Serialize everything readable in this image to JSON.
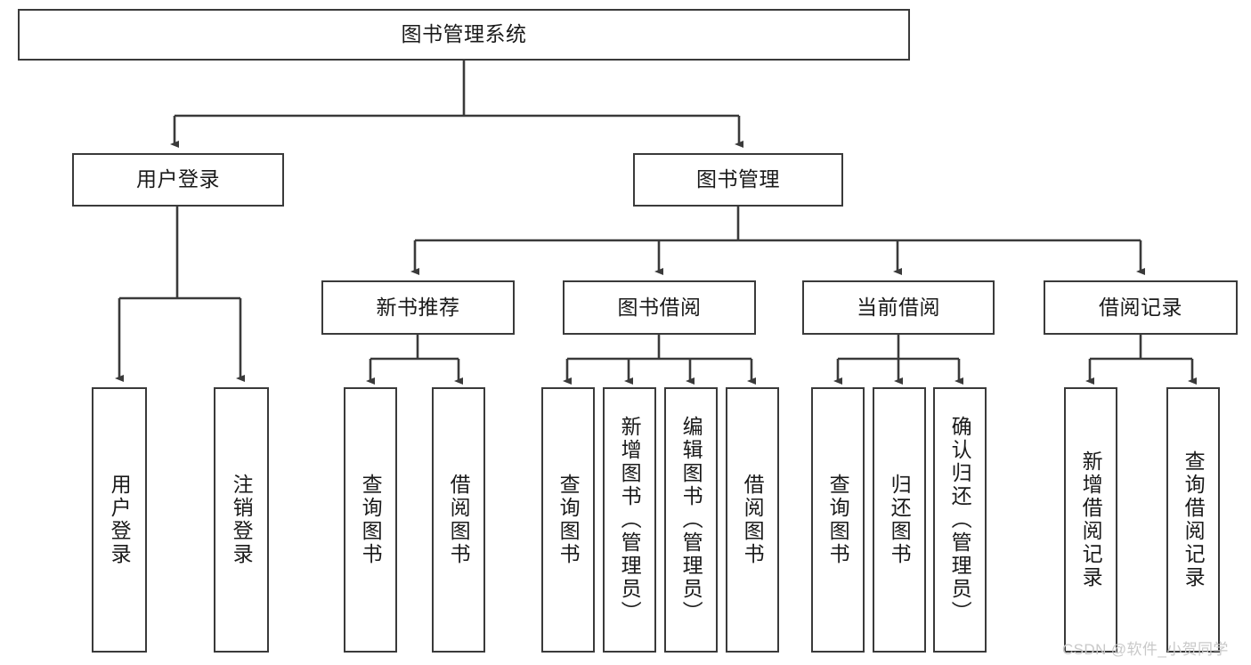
{
  "diagram": {
    "title_box": {
      "label": "图书管理系统"
    },
    "level2": [
      {
        "id": "user-login",
        "label": "用户登录"
      },
      {
        "id": "book-management",
        "label": "图书管理"
      }
    ],
    "level3": [
      {
        "id": "new-book-recommend",
        "label": "新书推荐"
      },
      {
        "id": "book-borrow",
        "label": "图书借阅"
      },
      {
        "id": "current-borrow",
        "label": "当前借阅"
      },
      {
        "id": "borrow-record",
        "label": "借阅记录"
      }
    ],
    "leaves": [
      {
        "id": "leaf-user-login",
        "label": "用户登录"
      },
      {
        "id": "leaf-logout-login",
        "label": "注销登录"
      },
      {
        "id": "leaf-query-book-1",
        "label": "查询图书"
      },
      {
        "id": "leaf-borrow-book-1",
        "label": "借阅图书"
      },
      {
        "id": "leaf-query-book-2",
        "label": "查询图书"
      },
      {
        "id": "leaf-add-book-admin",
        "label": "新增图书（管理员）"
      },
      {
        "id": "leaf-edit-book-admin",
        "label": "编辑图书（管理员）"
      },
      {
        "id": "leaf-borrow-book-2",
        "label": "借阅图书"
      },
      {
        "id": "leaf-query-book-3",
        "label": "查询图书"
      },
      {
        "id": "leaf-return-book",
        "label": "归还图书"
      },
      {
        "id": "leaf-confirm-return-admin",
        "label": "确认归还（管理员）"
      },
      {
        "id": "leaf-add-borrow-record",
        "label": "新增借阅记录"
      },
      {
        "id": "leaf-query-borrow-record",
        "label": "查询借阅记录"
      }
    ],
    "watermark": "CSDN @软件_小贺同学",
    "colors": {
      "stroke": "#3a3a3a",
      "text": "#1a1a1a",
      "background": "#ffffff",
      "watermark": "#c9c9c9"
    }
  },
  "chart_data": {
    "type": "diagram",
    "subtype": "tree",
    "title": "图书管理系统",
    "nodes": [
      {
        "id": "root",
        "label": "图书管理系统",
        "level": 0,
        "parent": null
      },
      {
        "id": "user-login",
        "label": "用户登录",
        "level": 1,
        "parent": "root"
      },
      {
        "id": "book-management",
        "label": "图书管理",
        "level": 1,
        "parent": "root"
      },
      {
        "id": "leaf-user-login",
        "label": "用户登录",
        "level": 2,
        "parent": "user-login"
      },
      {
        "id": "leaf-logout-login",
        "label": "注销登录",
        "level": 2,
        "parent": "user-login"
      },
      {
        "id": "new-book-recommend",
        "label": "新书推荐",
        "level": 2,
        "parent": "book-management"
      },
      {
        "id": "book-borrow",
        "label": "图书借阅",
        "level": 2,
        "parent": "book-management"
      },
      {
        "id": "current-borrow",
        "label": "当前借阅",
        "level": 2,
        "parent": "book-management"
      },
      {
        "id": "borrow-record",
        "label": "借阅记录",
        "level": 2,
        "parent": "book-management"
      },
      {
        "id": "leaf-query-book-1",
        "label": "查询图书",
        "level": 3,
        "parent": "new-book-recommend"
      },
      {
        "id": "leaf-borrow-book-1",
        "label": "借阅图书",
        "level": 3,
        "parent": "new-book-recommend"
      },
      {
        "id": "leaf-query-book-2",
        "label": "查询图书",
        "level": 3,
        "parent": "book-borrow"
      },
      {
        "id": "leaf-add-book-admin",
        "label": "新增图书（管理员）",
        "level": 3,
        "parent": "book-borrow"
      },
      {
        "id": "leaf-edit-book-admin",
        "label": "编辑图书（管理员）",
        "level": 3,
        "parent": "book-borrow"
      },
      {
        "id": "leaf-borrow-book-2",
        "label": "借阅图书",
        "level": 3,
        "parent": "book-borrow"
      },
      {
        "id": "leaf-query-book-3",
        "label": "查询图书",
        "level": 3,
        "parent": "current-borrow"
      },
      {
        "id": "leaf-return-book",
        "label": "归还图书",
        "level": 3,
        "parent": "current-borrow"
      },
      {
        "id": "leaf-confirm-return-admin",
        "label": "确认归还（管理员）",
        "level": 3,
        "parent": "current-borrow"
      },
      {
        "id": "leaf-add-borrow-record",
        "label": "新增借阅记录",
        "level": 3,
        "parent": "borrow-record"
      },
      {
        "id": "leaf-query-borrow-record",
        "label": "查询借阅记录",
        "level": 3,
        "parent": "borrow-record"
      }
    ]
  }
}
